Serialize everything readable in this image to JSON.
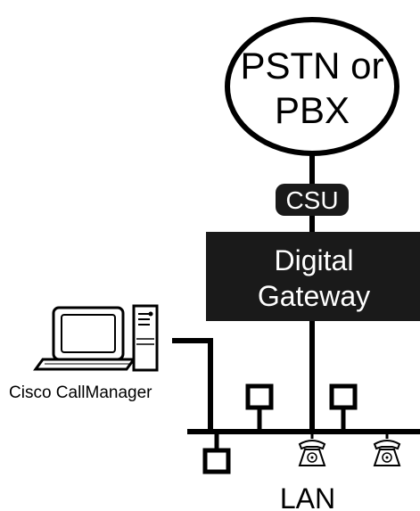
{
  "diagram": {
    "cloud_label_line1": "PSTN or",
    "cloud_label_line2": "PBX",
    "csu_label": "CSU",
    "gateway_label_line1": "Digital",
    "gateway_label_line2": "Gateway",
    "server_label": "Cisco CallManager",
    "lan_label": "LAN",
    "colors": {
      "ink": "#000000",
      "fill": "#1a1a1a",
      "text_on_dark": "#ffffff",
      "background": "#ffffff"
    }
  }
}
